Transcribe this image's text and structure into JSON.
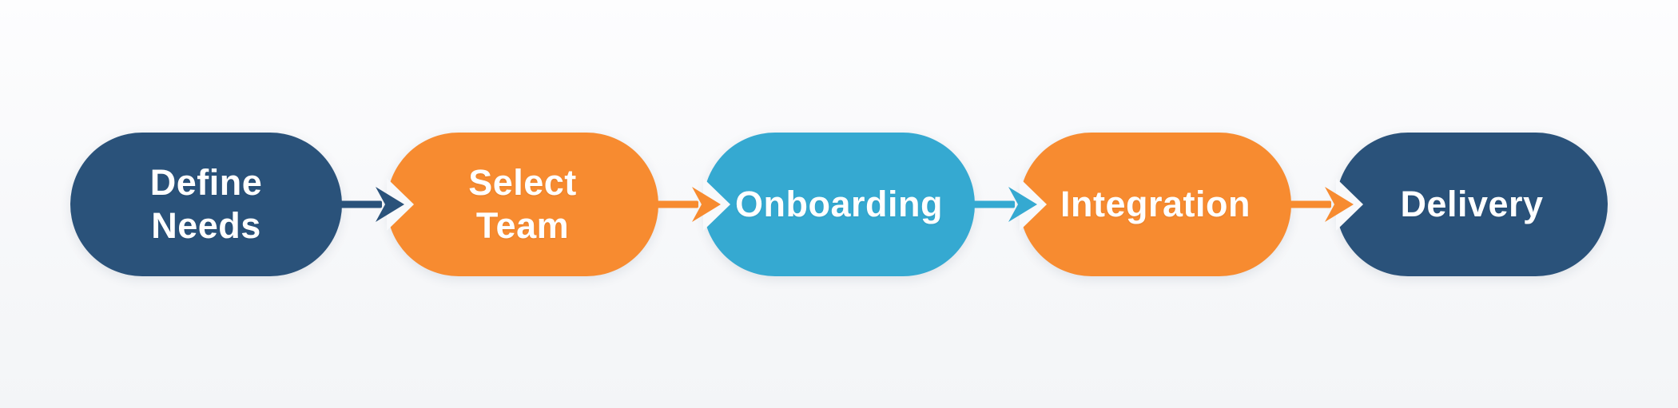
{
  "page": {
    "background_top": "#FDFDFE",
    "background_bottom": "#F3F5F7",
    "notch_color": "#F8F9FB"
  },
  "flow": {
    "direction": "left-to-right",
    "steps": [
      {
        "id": "define-needs",
        "label": "Define\nNeeds",
        "color": "#2A527A",
        "text_color": "#FFFFFF"
      },
      {
        "id": "select-team",
        "label": "Select\nTeam",
        "color": "#F78B30",
        "text_color": "#FFFFFF"
      },
      {
        "id": "onboarding",
        "label": "Onboarding",
        "color": "#35A9D1",
        "text_color": "#FFFFFF"
      },
      {
        "id": "integration",
        "label": "Integration",
        "color": "#F78B30",
        "text_color": "#FFFFFF"
      },
      {
        "id": "delivery",
        "label": "Delivery",
        "color": "#2A527A",
        "text_color": "#FFFFFF"
      }
    ],
    "connectors": [
      {
        "from": "define-needs",
        "to": "select-team",
        "color": "#2A527A",
        "style": "arrow-right"
      },
      {
        "from": "select-team",
        "to": "onboarding",
        "color": "#F78B30",
        "style": "arrow-right"
      },
      {
        "from": "onboarding",
        "to": "integration",
        "color": "#35A9D1",
        "style": "arrow-right"
      },
      {
        "from": "integration",
        "to": "delivery",
        "color": "#F78B30",
        "style": "arrow-right"
      }
    ]
  }
}
